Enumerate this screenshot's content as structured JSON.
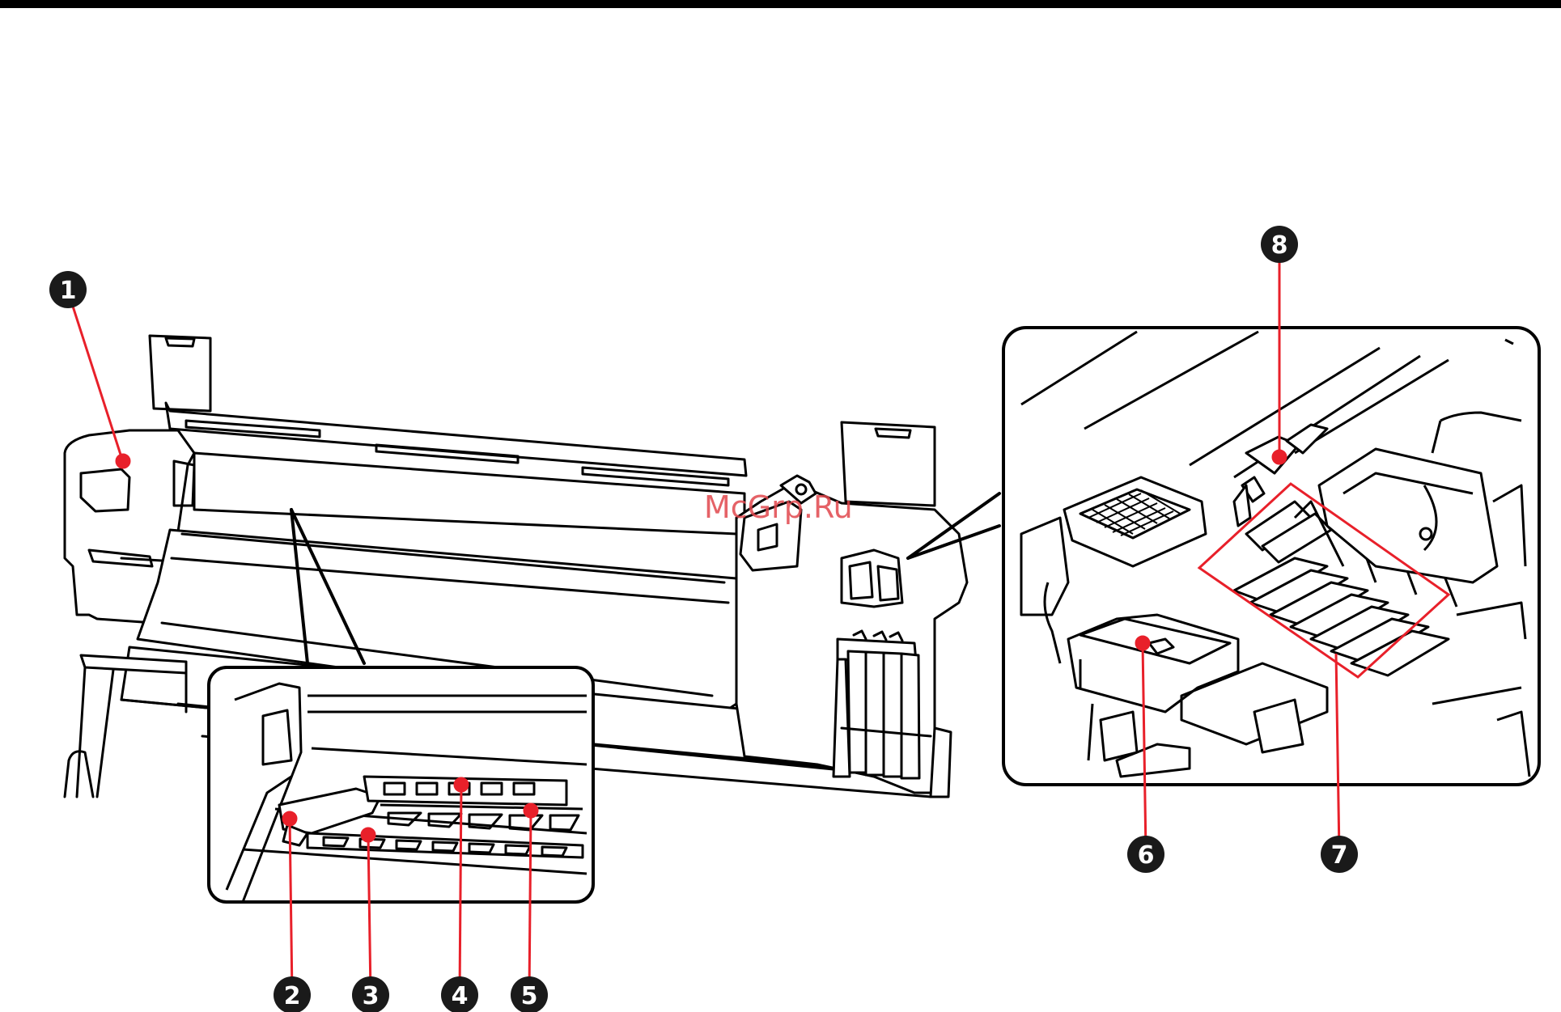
{
  "watermark": "McGrp.Ru",
  "callouts": [
    {
      "id": "1",
      "label": "1"
    },
    {
      "id": "2",
      "label": "2"
    },
    {
      "id": "3",
      "label": "3"
    },
    {
      "id": "4",
      "label": "4"
    },
    {
      "id": "5",
      "label": "5"
    },
    {
      "id": "6",
      "label": "6"
    },
    {
      "id": "7",
      "label": "7"
    },
    {
      "id": "8",
      "label": "8"
    }
  ],
  "colors": {
    "leader": "#e8202a",
    "badge": "#1a1a1a",
    "stroke": "#000000",
    "watermark": "#e0474c"
  }
}
